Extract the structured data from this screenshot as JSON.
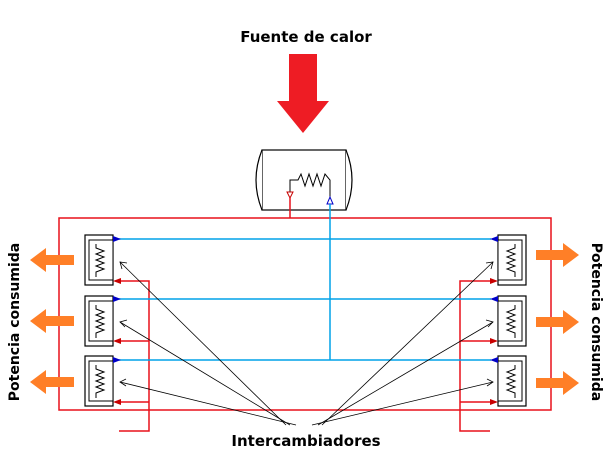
{
  "labels": {
    "heat_source": "Fuente de calor",
    "exchangers": "Intercambiadores",
    "power_left": "Potencia consumida",
    "power_right": "Potencia consumida"
  },
  "colors": {
    "heat_arrow": "#ee1c24",
    "output_arrow": "#ff7f27",
    "supply_line": "#00a2e8",
    "return_line": "#e8101a",
    "supply_marker": "#0000c8",
    "return_marker": "#c80000",
    "outline": "#000000"
  },
  "counts": {
    "exchangers_per_side": 3
  }
}
